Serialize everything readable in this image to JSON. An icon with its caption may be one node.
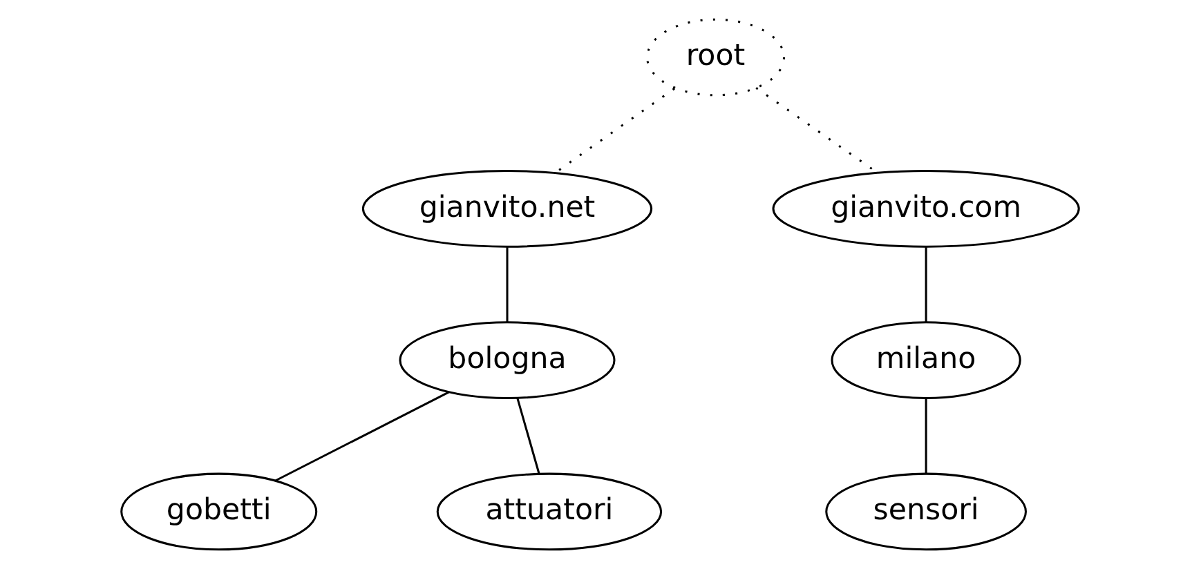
{
  "diagram": {
    "nodes": [
      {
        "text": [
          "root"
        ]
      },
      {
        "text": [
          "gianvito.net"
        ]
      },
      {
        "text": [
          "gianvito.com"
        ]
      },
      {
        "text": [
          "bologna"
        ]
      },
      {
        "text": [
          "milano"
        ]
      },
      {
        "text": [
          "gobetti"
        ]
      },
      {
        "text": [
          "attuatori"
        ]
      },
      {
        "text": [
          "sensori"
        ]
      }
    ],
    "edges": [
      {
        "from": 0,
        "to": 1,
        "arrow": "none",
        "style": "dashed"
      },
      {
        "from": 0,
        "to": 2,
        "arrow": "none",
        "style": "dashed"
      },
      {
        "from": 1,
        "to": 3,
        "arrow": "none"
      },
      {
        "from": 3,
        "to": 5,
        "arrow": "none"
      },
      {
        "from": 3,
        "to": 6,
        "arrow": "none"
      },
      {
        "from": 2,
        "to": 4,
        "arrow": "none"
      },
      {
        "from": 4,
        "to": 7,
        "arrow": "none"
      }
    ]
  }
}
